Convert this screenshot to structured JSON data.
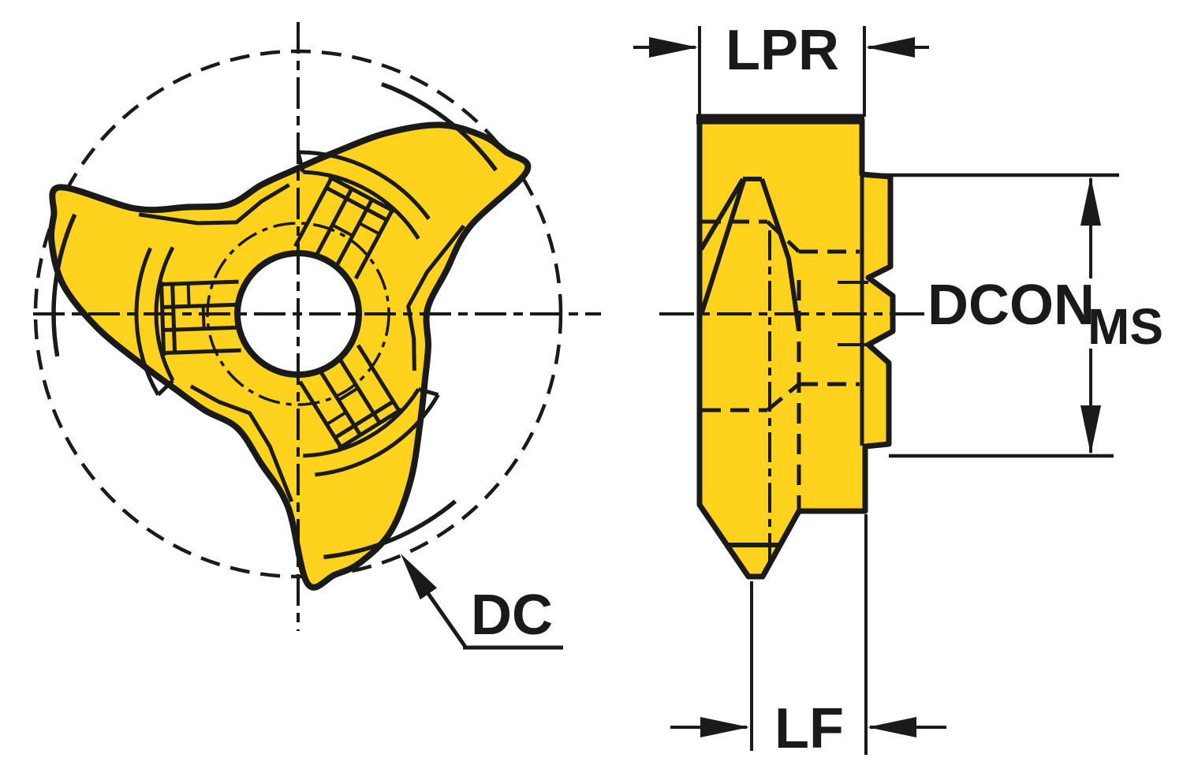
{
  "diagram": {
    "labels": {
      "dc": "DC",
      "lpr": "LPR",
      "dcon": "DCON",
      "dcon_subscript": "MS",
      "lf": "LF"
    },
    "colors": {
      "insert_fill": "#FFD21E",
      "line": "#1A1A1A",
      "background": "#FFFFFF"
    }
  }
}
